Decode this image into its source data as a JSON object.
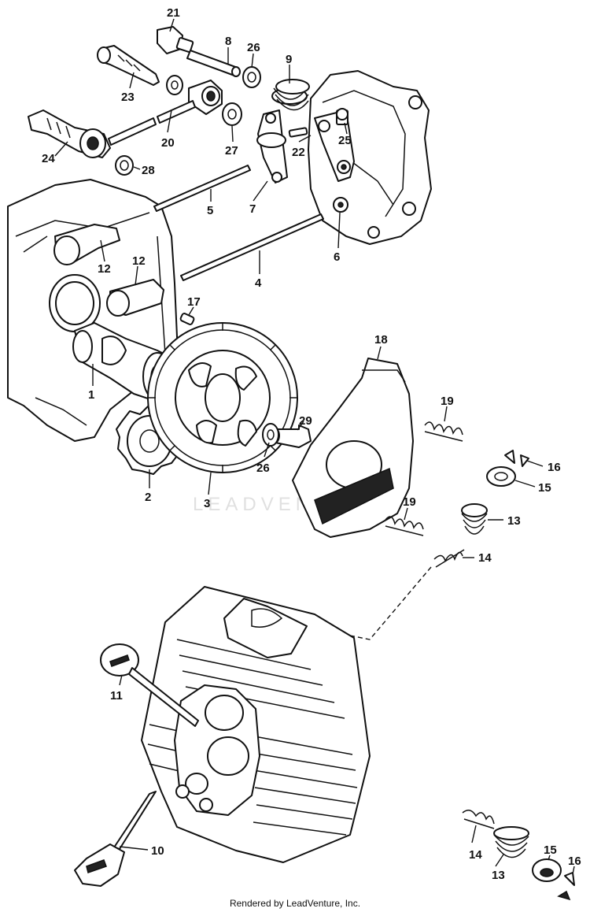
{
  "watermark": "LEADVENTURE",
  "footer": "Rendered by LeadVenture, Inc.",
  "callouts": {
    "c1": "1",
    "c2": "2",
    "c3": "3",
    "c4": "4",
    "c5": "5",
    "c6": "6",
    "c7": "7",
    "c8": "8",
    "c9": "9",
    "c10": "10",
    "c11": "11",
    "c12a": "12",
    "c12b": "12",
    "c13a": "13",
    "c13b": "13",
    "c14a": "14",
    "c14b": "14",
    "c15a": "15",
    "c15b": "15",
    "c16a": "16",
    "c16b": "16",
    "c17": "17",
    "c18": "18",
    "c19a": "19",
    "c19b": "19",
    "c20": "20",
    "c21": "21",
    "c22": "22",
    "c23": "23",
    "c24": "24",
    "c25": "25",
    "c26a": "26",
    "c26b": "26",
    "c27": "27",
    "c28": "28",
    "c29": "29"
  }
}
